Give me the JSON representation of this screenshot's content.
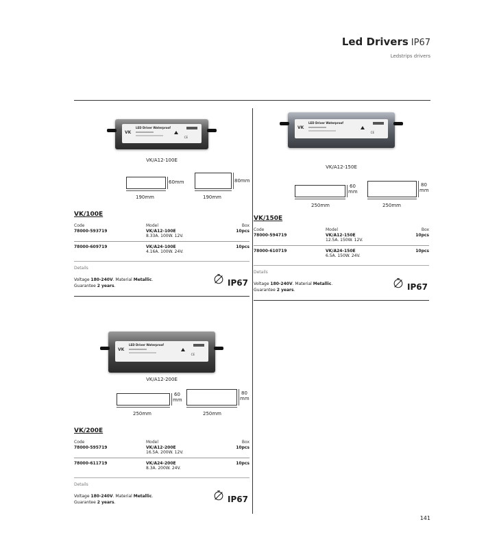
{
  "header": {
    "title": "Led Drivers",
    "ip": "IP67",
    "subtitle": "Ledstrips drivers"
  },
  "page_number": "141",
  "panels": [
    {
      "photo_model": "VK/A12-100E",
      "label_text": "LED Driver Waterproof",
      "dims": [
        "60mm",
        "190mm",
        "80mm",
        "190mm"
      ],
      "title": "VK/100E",
      "head": {
        "code": "Code",
        "model": "Model",
        "box": "Box"
      },
      "rows": [
        {
          "code": "78000-593719",
          "model": "VK/A12-100E",
          "spec": "8.33A. 100W. 12V.",
          "box": "10pcs"
        },
        {
          "code": "78000-609719",
          "model": "VK/A24-100E",
          "spec": "4.16A. 100W. 24V.",
          "box": "10pcs"
        }
      ],
      "details_label": "Details",
      "details": {
        "t1": "Voltage ",
        "voltage": "180-240V",
        "t2": ". Material ",
        "material": "Metallic",
        "t3": ".",
        "t4": "Guarantee ",
        "guarantee": "2 years",
        "t5": "."
      },
      "ip": "IP67"
    },
    {
      "photo_model": "VK/A12-150E",
      "label_text": "LED Driver Waterproof",
      "dims": [
        "60",
        "mm",
        "250mm",
        "80",
        "mm",
        "250mm"
      ],
      "title": "VK/150E",
      "head": {
        "code": "Code",
        "model": "Model",
        "box": "Box"
      },
      "rows": [
        {
          "code": "78000-594719",
          "model": "VK/A12-150E",
          "spec": "12.5A. 150W. 12V.",
          "box": "10pcs"
        },
        {
          "code": "78000-610719",
          "model": "VK/A24-150E",
          "spec": "6.5A. 150W. 24V.",
          "box": "10pcs"
        }
      ],
      "details_label": "Details",
      "details": {
        "t1": "Voltage ",
        "voltage": "180-240V",
        "t2": ". Material ",
        "material": "Metallic",
        "t3": ".",
        "t4": "Guarantee ",
        "guarantee": "2 years",
        "t5": "."
      },
      "ip": "IP67"
    },
    {
      "photo_model": "VK/A12-200E",
      "label_text": "LED Driver Waterproof",
      "dims": [
        "60",
        "mm",
        "250mm",
        "80",
        "mm",
        "250mm"
      ],
      "title": "VK/200E",
      "head": {
        "code": "Code",
        "model": "Model",
        "box": "Box"
      },
      "rows": [
        {
          "code": "78000-595719",
          "model": "VK/A12-200E",
          "spec": "16.5A. 200W. 12V.",
          "box": "10pcs"
        },
        {
          "code": "78000-611719",
          "model": "VK/A24-200E",
          "spec": "8.3A. 200W. 24V.",
          "box": "10pcs"
        }
      ],
      "details_label": "Details",
      "details": {
        "t1": "Voltage ",
        "voltage": "180-240V",
        "t2": ". Material ",
        "material": "Metallic",
        "t3": ".",
        "t4": "Guarantee ",
        "guarantee": "2 years",
        "t5": "."
      },
      "ip": "IP67"
    }
  ]
}
